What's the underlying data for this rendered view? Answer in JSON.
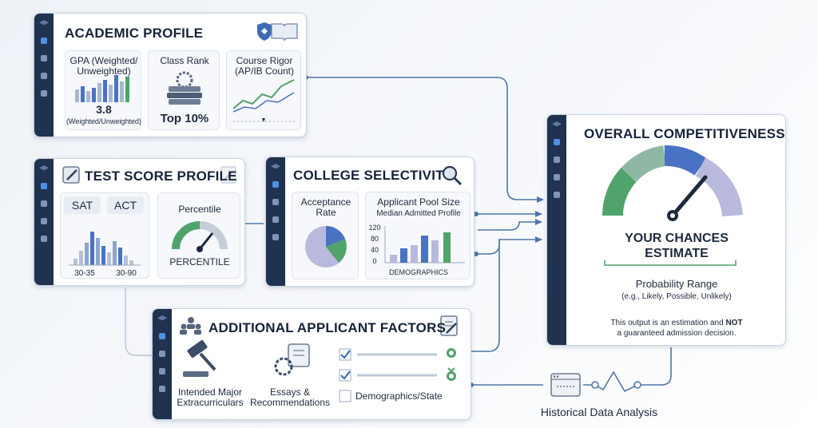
{
  "academic": {
    "title": "ACADEMIC PROFILE",
    "gpa_label": "GPA (Weighted/ Unweighted)",
    "gpa_value": "3.8",
    "gpa_note": "(Weighted/Unweighted)",
    "rank_label": "Class Rank",
    "rank_value": "Top 10%",
    "rigor_label": "Course Rigor (AP/IB Count)"
  },
  "test": {
    "title": "TEST SCORE PROFILE",
    "sat": "SAT",
    "act": "ACT",
    "range1": "30-35",
    "range2": "30-90",
    "percentile_title": "Percentile",
    "percentile_label": "PERCENTILE"
  },
  "selectivity": {
    "title": "COLLEGE SELECTIVITY",
    "acceptance_label": "Acceptance Rate",
    "pool_label": "Applicant Pool Size",
    "median_label": "Median Admitted Profile",
    "axis_ticks": [
      "120",
      "80",
      "40",
      "0"
    ],
    "demographics": "DEMOGRAPHICS"
  },
  "factors": {
    "title": "ADDITIONAL APPLICANT FACTORS",
    "major": "Intended Major",
    "extra": "Extracurriculars",
    "essays": "Essays &",
    "recs": "Recommendations",
    "demo": "Demographics/State"
  },
  "overall": {
    "title": "OVERALL COMPETITIVENESS",
    "chances1": "YOUR CHANCES",
    "chances2": "ESTIMATE",
    "prob": "Probability Range",
    "prob_eg": "(e.g., Likely, Possible, Unlikely)",
    "disc1": "This output is an estimation and ",
    "disc_bold": "NOT",
    "disc2": "a guaranteed admission decision."
  },
  "historical": "Historical Data Analysis",
  "colors": {
    "navy": "#1f3350",
    "blue": "#4a72c4",
    "green": "#4fa36b",
    "lavender": "#b9b8dd",
    "line": "#4f76a8"
  }
}
